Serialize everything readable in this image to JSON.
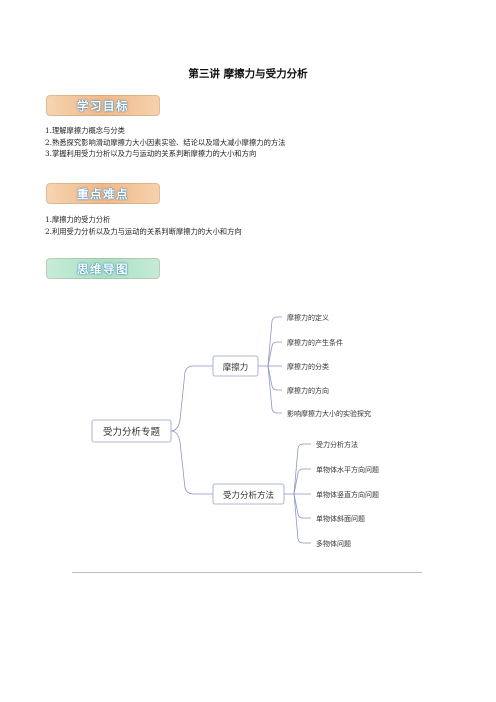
{
  "document": {
    "title": "第三讲 摩擦力与受力分析"
  },
  "sections": [
    {
      "banner": "学习目标",
      "items": [
        "1.理解摩擦力概念与分类",
        "2.熟悉探究影响滑动摩擦力大小因素实验、结论以及增大减小摩擦力的方法",
        "3.掌握利用受力分析以及力与运动的关系判断摩擦力的大小和方向"
      ]
    },
    {
      "banner": "重点难点",
      "items": [
        "1.摩擦力的受力分析",
        "2.利用受力分析以及力与运动的关系判断摩擦力的大小和方向"
      ]
    },
    {
      "banner": "思维导图",
      "items": []
    }
  ],
  "mindmap": {
    "root": "受力分析专题",
    "branches": [
      {
        "label": "摩擦力",
        "children": [
          "摩擦力的定义",
          "摩擦力的产生条件",
          "摩擦力的分类",
          "摩擦力的方向",
          "影响摩擦力大小的实验探究"
        ]
      },
      {
        "label": "受力分析方法",
        "children": [
          "受力分析方法",
          "单物体水平方向问题",
          "单物体竖直方向问题",
          "单物体斜面问题",
          "多物体问题"
        ]
      }
    ],
    "colors": {
      "lines": "#8d95c8",
      "box_border": "#9aa0c8"
    }
  }
}
